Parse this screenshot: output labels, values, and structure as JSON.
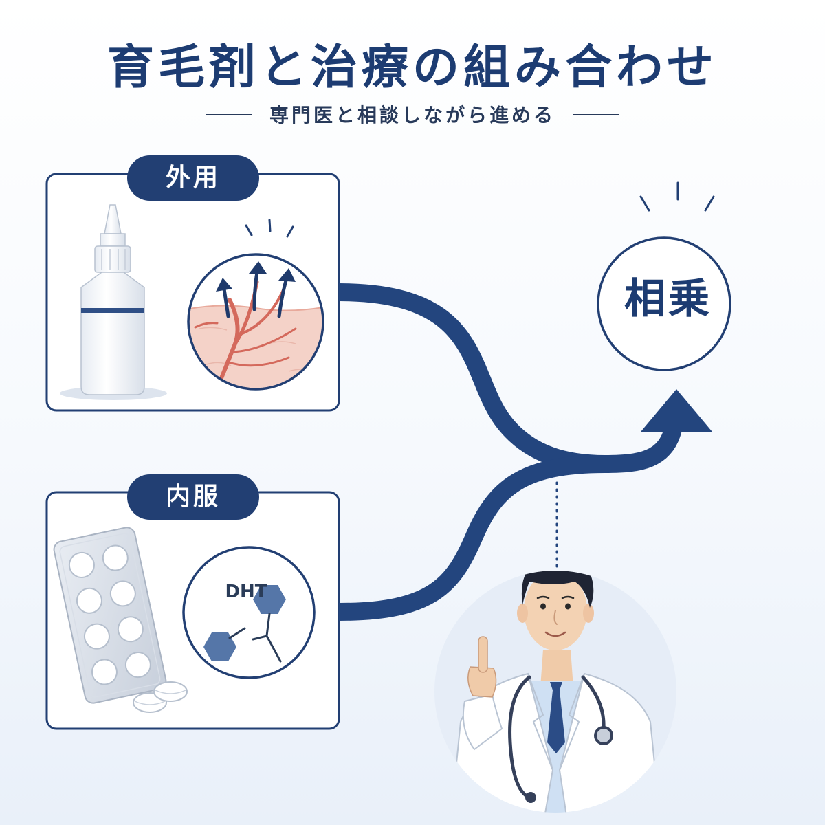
{
  "title": "育毛剤と治療の組み合わせ",
  "subtitle": "専門医と相談しながら進める",
  "topical": {
    "label": "外用"
  },
  "oral": {
    "label": "内服",
    "molecule_label": "DHT"
  },
  "result": {
    "label": "相乗"
  },
  "colors": {
    "navy": "#223f73",
    "flow_arrow": "#23457e",
    "skin": "#f4d2c8",
    "vessel": "#d4695c",
    "molecule": "#5576a8"
  },
  "icons": [
    "dropper-bottle-icon",
    "scalp-blood-flow-icon",
    "tablet-blister-pack-icon",
    "dht-molecule-icon",
    "doctor-illustration-icon"
  ]
}
